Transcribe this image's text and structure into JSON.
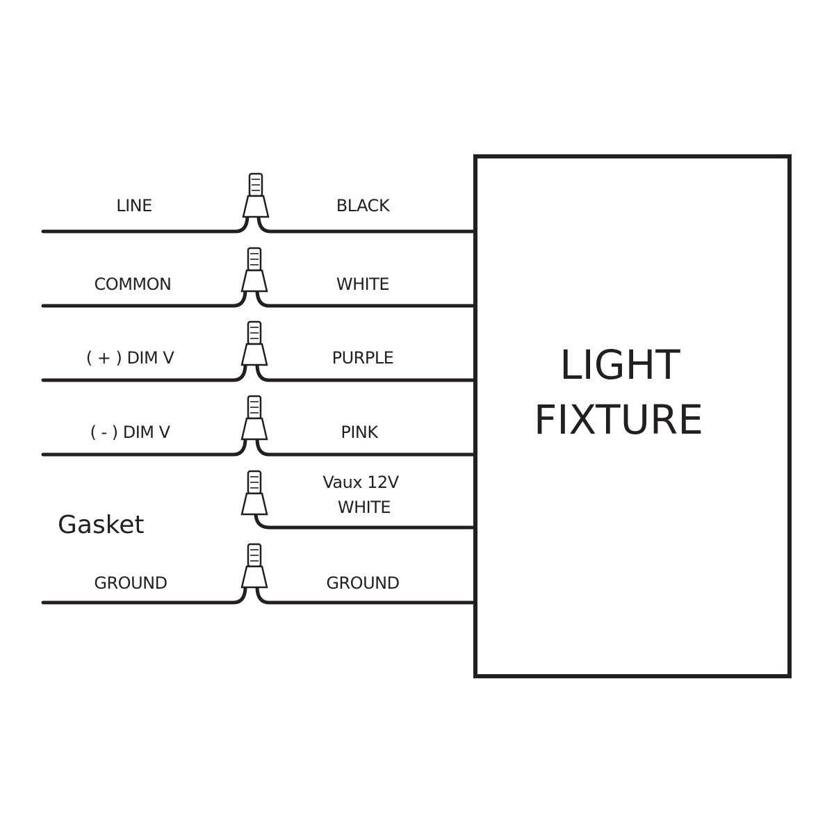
{
  "fixture": {
    "label_line1": "LIGHT",
    "label_line2": "FIXTURE"
  },
  "gasket_label": "Gasket",
  "rows": [
    {
      "left_label": "LINE",
      "right_label": "BLACK",
      "has_left_wire": true
    },
    {
      "left_label": "COMMON",
      "right_label": "WHITE",
      "has_left_wire": true
    },
    {
      "left_label": "( + ) DIM V",
      "right_label": "PURPLE",
      "has_left_wire": true
    },
    {
      "left_label": "( - ) DIM V",
      "right_label": "PINK",
      "has_left_wire": true
    },
    {
      "left_label": "",
      "right_label": "Vaux 12V",
      "right_label_line2": "WHITE",
      "has_left_wire": false
    },
    {
      "left_label": "GROUND",
      "right_label": "GROUND",
      "has_left_wire": true
    }
  ],
  "colors": {
    "ink": "#231f20",
    "background": "#ffffff"
  }
}
